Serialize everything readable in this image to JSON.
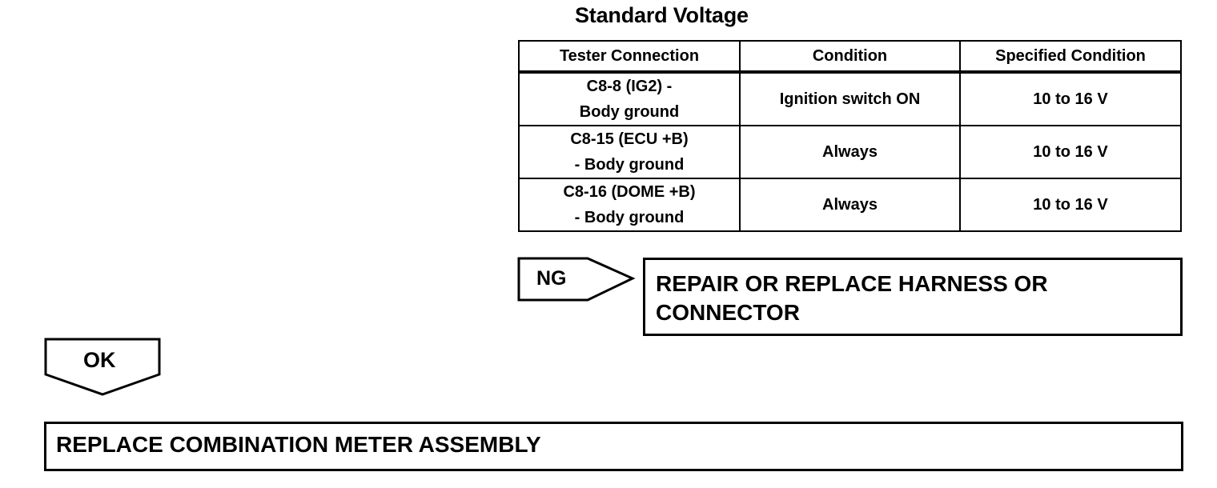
{
  "title": "Standard Voltage",
  "table": {
    "headers": [
      "Tester Connection",
      "Condition",
      "Specified Condition"
    ],
    "rows": [
      {
        "connection": [
          "C8-8 (IG2) -",
          "Body ground"
        ],
        "condition": "Ignition switch ON",
        "specified": "10 to 16 V"
      },
      {
        "connection": [
          "C8-15 (ECU +B)",
          "- Body ground"
        ],
        "condition": "Always",
        "specified": "10 to 16 V"
      },
      {
        "connection": [
          "C8-16 (DOME +B)",
          "- Body ground"
        ],
        "condition": "Always",
        "specified": "10 to 16 V"
      }
    ]
  },
  "ng": {
    "label": "NG",
    "action_lines": [
      "REPAIR OR REPLACE HARNESS OR",
      "CONNECTOR"
    ]
  },
  "ok": {
    "label": "OK"
  },
  "final_action": "REPLACE COMBINATION METER ASSEMBLY"
}
